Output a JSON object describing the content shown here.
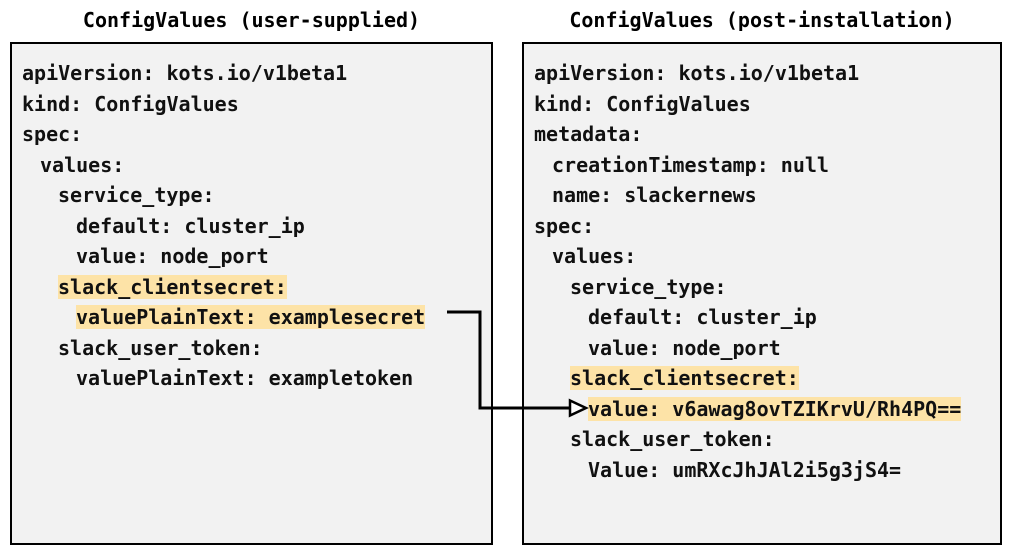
{
  "diagram": {
    "type": "two-panel-yaml-comparison",
    "background_color": "#ffffff",
    "highlight_color": "#fde3a7",
    "box_fill_color": "#f2f2f2",
    "box_border_color": "#000000",
    "text_color": "#111111"
  },
  "left_panel": {
    "title": "ConfigValues (user-supplied)",
    "lines": [
      {
        "indent": 0,
        "text": "apiVersion: kots.io/v1beta1",
        "highlight": false
      },
      {
        "indent": 0,
        "text": "kind: ConfigValues",
        "highlight": false
      },
      {
        "indent": 0,
        "text": "spec:",
        "highlight": false
      },
      {
        "indent": 1,
        "text": "values:",
        "highlight": false
      },
      {
        "indent": 2,
        "text": "service_type:",
        "highlight": false
      },
      {
        "indent": 3,
        "text": "default: cluster_ip",
        "highlight": false
      },
      {
        "indent": 3,
        "text": "value: node_port",
        "highlight": false
      },
      {
        "indent": 2,
        "text": "slack_clientsecret:",
        "highlight": true
      },
      {
        "indent": 3,
        "text": "valuePlainText: examplesecret",
        "highlight": true
      },
      {
        "indent": 2,
        "text": "slack_user_token:",
        "highlight": false
      },
      {
        "indent": 3,
        "text": "valuePlainText: exampletoken",
        "highlight": false
      }
    ]
  },
  "right_panel": {
    "title": "ConfigValues (post-installation)",
    "lines": [
      {
        "indent": 0,
        "text": "apiVersion: kots.io/v1beta1",
        "highlight": false
      },
      {
        "indent": 0,
        "text": "kind: ConfigValues",
        "highlight": false
      },
      {
        "indent": 0,
        "text": "metadata:",
        "highlight": false
      },
      {
        "indent": 1,
        "text": "creationTimestamp: null",
        "highlight": false
      },
      {
        "indent": 1,
        "text": "name: slackernews",
        "highlight": false
      },
      {
        "indent": 0,
        "text": "spec:",
        "highlight": false
      },
      {
        "indent": 1,
        "text": "values:",
        "highlight": false
      },
      {
        "indent": 2,
        "text": "service_type:",
        "highlight": false
      },
      {
        "indent": 3,
        "text": "default: cluster_ip",
        "highlight": false
      },
      {
        "indent": 3,
        "text": "value: node_port",
        "highlight": false
      },
      {
        "indent": 2,
        "text": "slack_clientsecret:",
        "highlight": true
      },
      {
        "indent": 3,
        "text": "value: v6awag8ovTZIKrvU/Rh4PQ==",
        "highlight": true
      },
      {
        "indent": 2,
        "text": "slack_user_token:",
        "highlight": false
      },
      {
        "indent": 3,
        "text": "Value: umRXcJhJAl2i5g3jS4=",
        "highlight": false
      }
    ]
  },
  "connector": {
    "name": "secret-transform-arrow",
    "from_label": "valuePlainText: examplesecret",
    "to_label": "value: v6awag8ovTZIKrvU/Rh4PQ==",
    "color": "#000000",
    "arrowhead": "open-triangle"
  }
}
